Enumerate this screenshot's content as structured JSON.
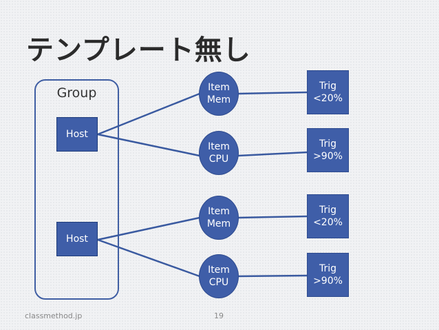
{
  "title": "テンプレート無し",
  "group": {
    "label": "Group"
  },
  "hosts": [
    "Host",
    "Host"
  ],
  "items": [
    {
      "line1": "Item",
      "line2": "Mem"
    },
    {
      "line1": "Item",
      "line2": "CPU"
    },
    {
      "line1": "Item",
      "line2": "Mem"
    },
    {
      "line1": "Item",
      "line2": "CPU"
    }
  ],
  "triggers": [
    {
      "line1": "Trig",
      "line2": "<20%"
    },
    {
      "line1": "Trig",
      "line2": ">90%"
    },
    {
      "line1": "Trig",
      "line2": "<20%"
    },
    {
      "line1": "Trig",
      "line2": ">90%"
    }
  ],
  "footer": {
    "source": "classmethod.jp",
    "page": "19"
  },
  "colors": {
    "node_fill": "#3f5ea8",
    "line": "#3a5aa0"
  }
}
